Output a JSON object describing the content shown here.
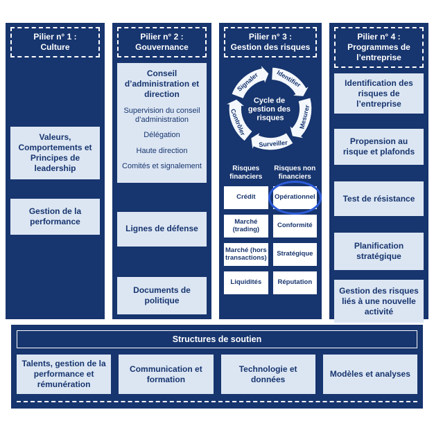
{
  "colors": {
    "navy": "#17356e",
    "light_box": "#dce6f3",
    "white_box": "#ffffff",
    "highlight_ellipse": "#2e5cd8"
  },
  "pillars": [
    {
      "title": "Pilier n° 1 :",
      "subtitle": "Culture",
      "boxes": [
        "Valeurs, Comportements et Principes de leadership",
        "Gestion de la performance"
      ]
    },
    {
      "title": "Pilier n° 2 :",
      "subtitle": "Gouvernance",
      "governance_box": {
        "heading": "Conseil d’administration et direction",
        "items": [
          "Supervision du conseil d’administration",
          "Délégation",
          "Haute direction",
          "Comités et signalement"
        ]
      },
      "boxes": [
        "Lignes de défense",
        "Documents de politique"
      ]
    },
    {
      "title": "Pilier n° 3 :",
      "subtitle": "Gestion des risques",
      "cycle": {
        "title_lines": [
          "Cycle de",
          "gestion des",
          "risques"
        ],
        "labels": [
          "Signaler",
          "Identifier",
          "Mesurer",
          "Surveiller",
          "Contrôler"
        ]
      },
      "risk_columns": [
        {
          "header": "Risques financiers",
          "items": [
            "Crédit",
            "Marché (trading)",
            "Marché (hors transactions)",
            "Liquidités"
          ]
        },
        {
          "header": "Risques non financiers",
          "items": [
            "Opérationnel",
            "Conformité",
            "Stratégique",
            "Réputation"
          ],
          "highlighted_item": "Opérationnel"
        }
      ]
    },
    {
      "title": "Pilier n° 4 :",
      "subtitle": "Programmes de l’entreprise",
      "boxes": [
        "Identification des risques de l’entreprise",
        "Propension au risque et plafonds",
        "Test de résistance",
        "Planification stratégique",
        "Gestion des risques liés à une nouvelle activité"
      ]
    }
  ],
  "support": {
    "header": "Structures de soutien",
    "boxes": [
      "Talents, gestion de la performance et rémunération",
      "Communication et formation",
      "Technologie et données",
      "Modèles et analyses"
    ]
  }
}
